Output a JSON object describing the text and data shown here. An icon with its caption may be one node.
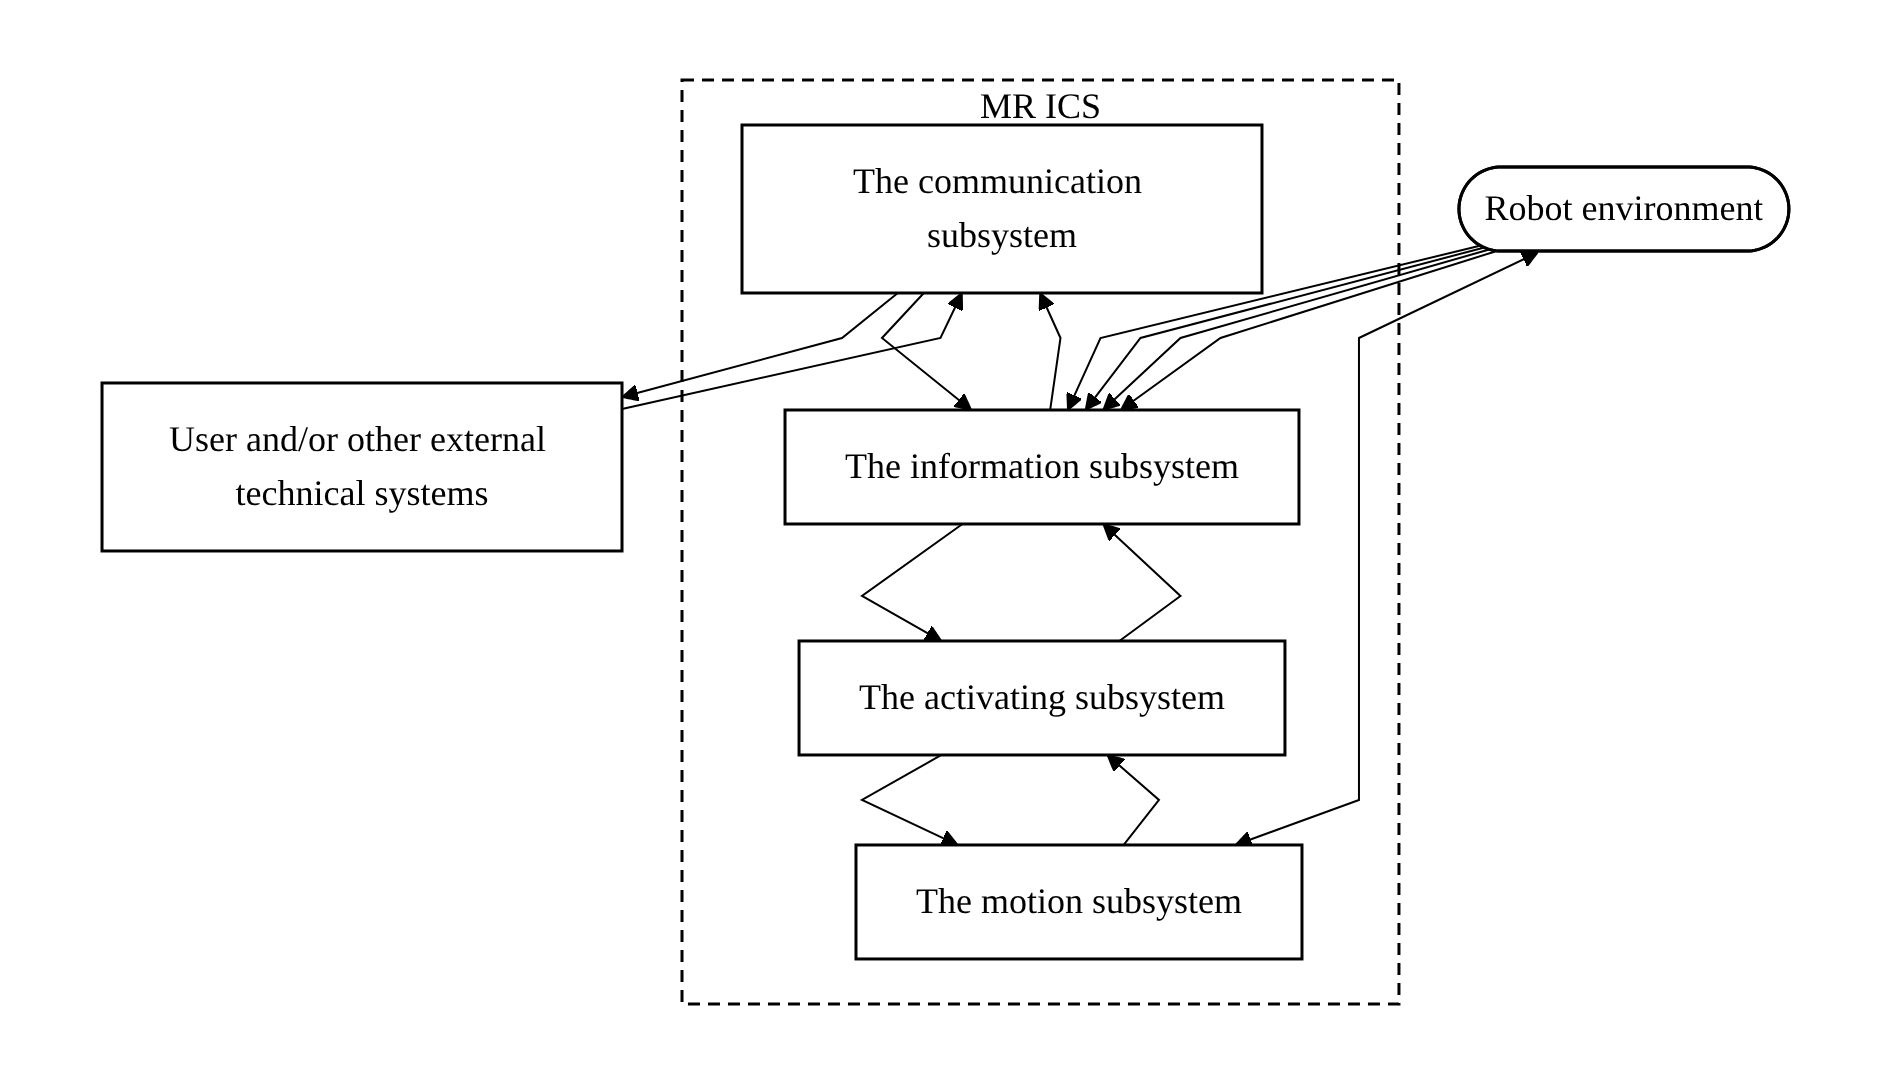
{
  "diagram": {
    "nodes": [
      {
        "text": [
          "MR ICS"
        ]
      },
      {
        "text": [
          "User and/or other external technical systems"
        ]
      },
      {
        "text": [
          "The communication subsystem"
        ],
        "in": 0
      },
      {
        "text": [
          "The information subsystem"
        ],
        "in": 0
      },
      {
        "text": [
          "The activating subsystem"
        ],
        "in": 0
      },
      {
        "text": [
          "The motion subsystem"
        ],
        "in": 0
      },
      {
        "text": [
          "Robot environment"
        ]
      }
    ],
    "edges": [
      {
        "from": 1,
        "to": 2,
        "arrow": "to"
      },
      {
        "from": 2,
        "to": 1,
        "arrow": "to"
      },
      {
        "from": 3,
        "to": 2,
        "arrow": "to"
      },
      {
        "from": 2,
        "to": 3,
        "arrow": "to"
      },
      {
        "from": 3,
        "to": 4,
        "arrow": "to"
      },
      {
        "from": 4,
        "to": 3,
        "arrow": "to"
      },
      {
        "from": 5,
        "to": 4,
        "arrow": "to"
      },
      {
        "from": 4,
        "to": 5,
        "arrow": "to"
      },
      {
        "from": 6,
        "to": 3,
        "arrow": "to"
      },
      {
        "from": 6,
        "to": 3,
        "arrow": "to"
      },
      {
        "from": 6,
        "to": 3,
        "arrow": "to"
      },
      {
        "from": 6,
        "to": 3,
        "arrow": "to"
      },
      {
        "from": 6,
        "to": 5,
        "arrow": "both"
      }
    ]
  }
}
